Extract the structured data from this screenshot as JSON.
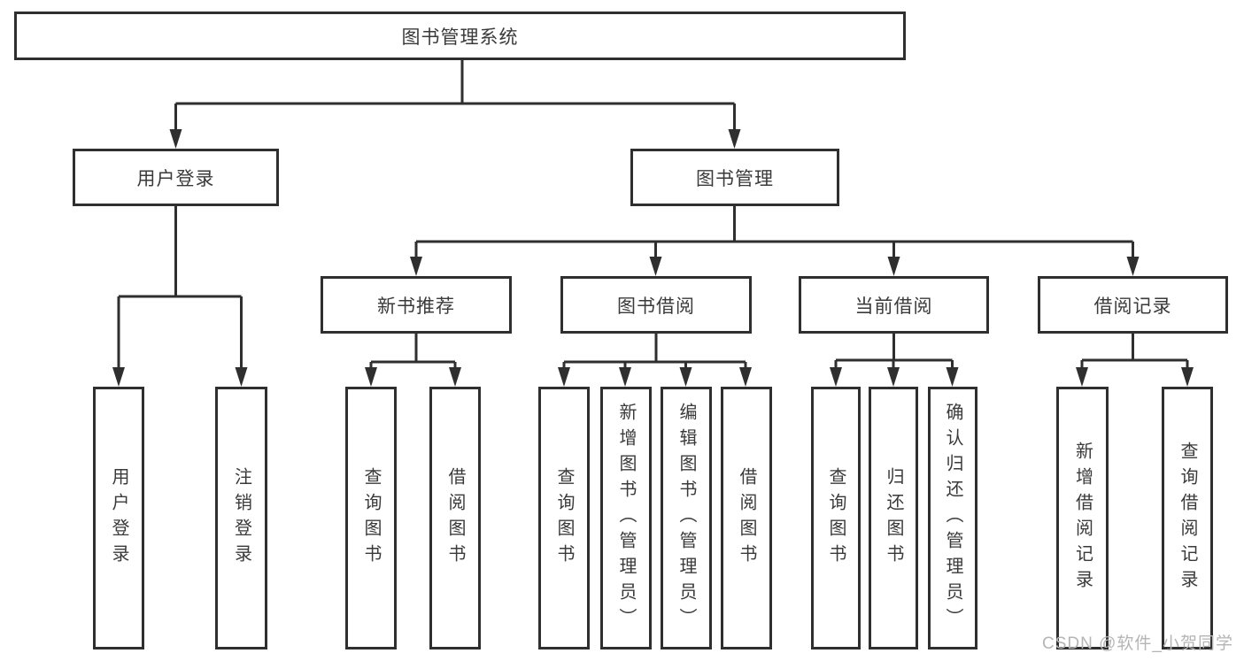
{
  "diagram": {
    "root": {
      "label": "图书管理系统"
    },
    "branches": [
      {
        "label": "用户登录",
        "children": [
          {
            "label": "用户登录"
          },
          {
            "label": "注销登录"
          }
        ]
      },
      {
        "label": "图书管理",
        "children": [
          {
            "label": "新书推荐",
            "children": [
              {
                "label": "查询图书"
              },
              {
                "label": "借阅图书"
              }
            ]
          },
          {
            "label": "图书借阅",
            "children": [
              {
                "label": "查询图书"
              },
              {
                "label": "新增图书（管理员）"
              },
              {
                "label": "编辑图书（管理员）"
              },
              {
                "label": "借阅图书"
              }
            ]
          },
          {
            "label": "当前借阅",
            "children": [
              {
                "label": "查询图书"
              },
              {
                "label": "归还图书"
              },
              {
                "label": "确认归还（管理员）"
              }
            ]
          },
          {
            "label": "借阅记录",
            "children": [
              {
                "label": "新增借阅记录"
              },
              {
                "label": "查询借阅记录"
              }
            ]
          }
        ]
      }
    ]
  },
  "watermark": {
    "text": "CSDN @软件_小贺同学"
  },
  "colors": {
    "line": "#2f2f2f",
    "text": "#3a3a3a",
    "watermark": "#b5b5b5",
    "background": "#ffffff"
  }
}
